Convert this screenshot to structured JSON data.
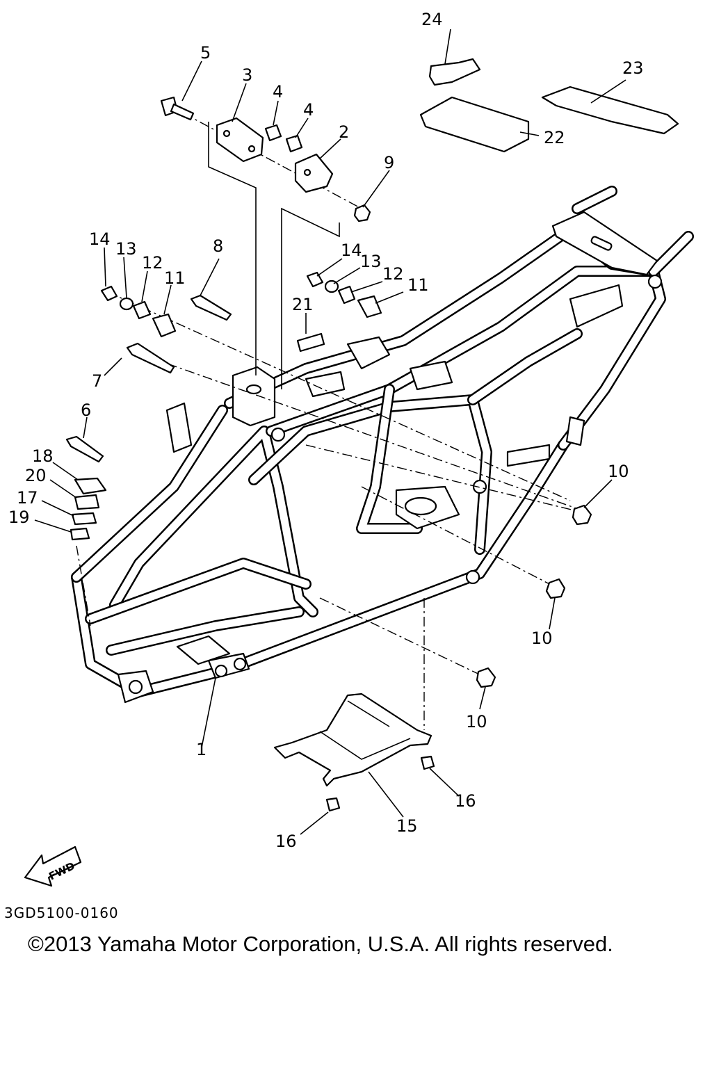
{
  "diagram_code": "3GD5100-0160",
  "fwd_label": "FWD",
  "copyright": "©2013 Yamaha Motor Corporation, U.S.A. All rights reserved.",
  "callouts": {
    "c1": "1",
    "c2": "2",
    "c3": "3",
    "c4a": "4",
    "c4b": "4",
    "c5": "5",
    "c6": "6",
    "c7": "7",
    "c8": "8",
    "c9": "9",
    "c10a": "10",
    "c10b": "10",
    "c10c": "10",
    "c11a": "11",
    "c11b": "11",
    "c12a": "12",
    "c12b": "12",
    "c13a": "13",
    "c13b": "13",
    "c14a": "14",
    "c14b": "14",
    "c15": "15",
    "c16a": "16",
    "c16b": "16",
    "c17": "17",
    "c18": "18",
    "c19": "19",
    "c20": "20",
    "c21": "21",
    "c22": "22",
    "c23": "23",
    "c24": "24"
  }
}
